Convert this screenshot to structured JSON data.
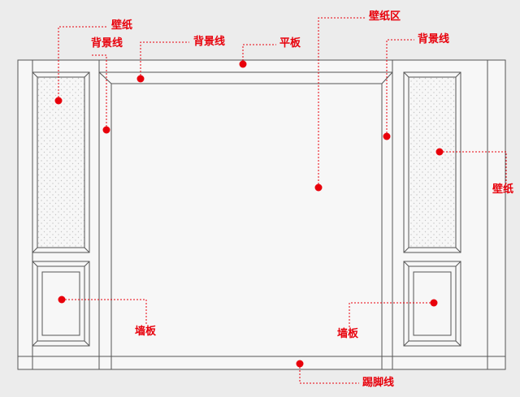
{
  "labels": {
    "wallpaper_left": "壁纸",
    "bg_line_left": "背景线",
    "bg_line_top": "背景线",
    "flat_panel": "平板",
    "wallpaper_area": "壁纸区",
    "bg_line_right": "背景线",
    "wallpaper_right": "壁纸",
    "wall_panel_left": "墙板",
    "wall_panel_right": "墙板",
    "skirting_line": "踢脚线"
  },
  "colors": {
    "background": "#ececec",
    "outline": "#555555",
    "panel_fill": "#f7f7f7",
    "wallpaper_pattern": "#c4c4c4",
    "annotation": "#e8000b"
  }
}
